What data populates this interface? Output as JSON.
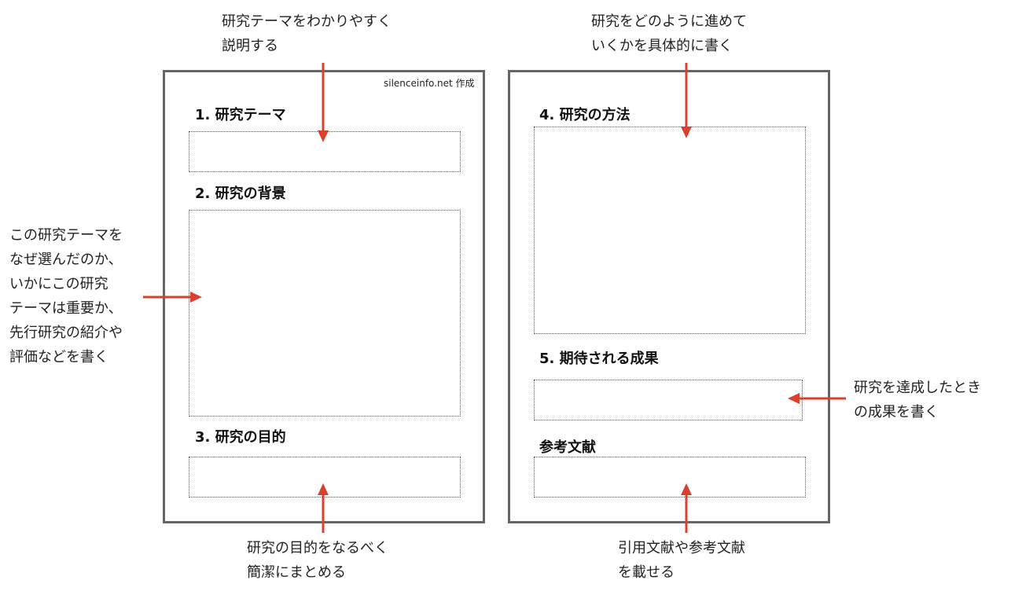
{
  "credit": "silenceinfo.net 作成",
  "left_page": {
    "sections": [
      {
        "heading": "1. 研究テーマ"
      },
      {
        "heading": "2. 研究の背景"
      },
      {
        "heading": "3. 研究の目的"
      }
    ]
  },
  "right_page": {
    "sections": [
      {
        "heading": "4. 研究の方法"
      },
      {
        "heading": "5. 期待される成果"
      },
      {
        "heading": "参考文献"
      }
    ]
  },
  "annotations": {
    "theme": [
      "研究テーマをわかりやすく",
      "説明する"
    ],
    "background": [
      "この研究テーマを",
      "なぜ選んだのか、",
      "いかにこの研究",
      "テーマは重要か、",
      "先行研究の紹介や",
      "評価などを書く"
    ],
    "purpose": [
      "研究の目的をなるべく",
      "簡潔にまとめる"
    ],
    "method": [
      "研究をどのように進めて",
      "いくかを具体的に書く"
    ],
    "results": [
      "研究を達成したとき",
      "の成果を書く"
    ],
    "references": [
      "引用文献や参考文献",
      "を載せる"
    ]
  },
  "colors": {
    "arrow": "#d9412e",
    "page_border": "#666666",
    "box_border": "#555555"
  }
}
